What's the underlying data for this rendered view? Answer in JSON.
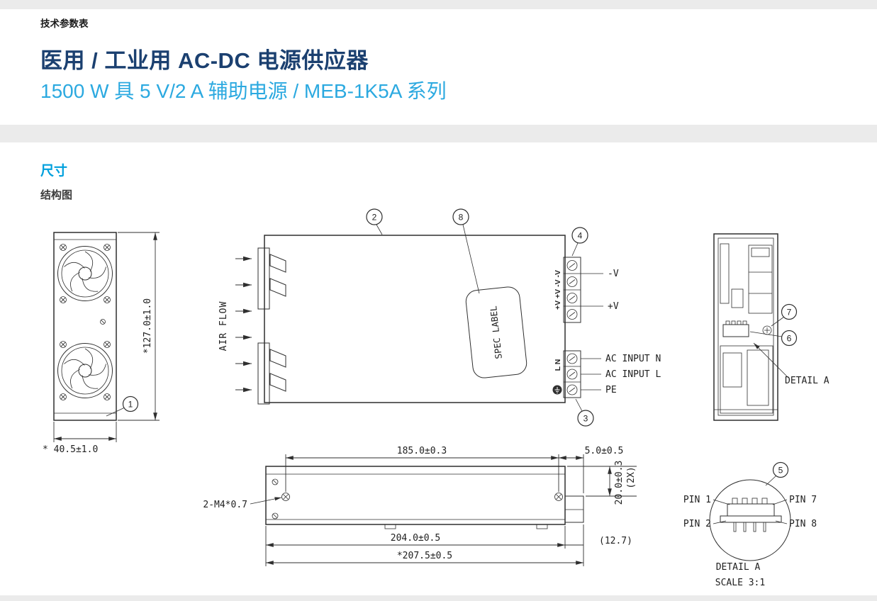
{
  "header": {
    "eyebrow": "技术参数表",
    "title": "医用 / 工业用 AC-DC 电源供应器",
    "subtitle": "1500 W 具 5 V/2 A 辅助电源 / MEB-1K5A 系列"
  },
  "section": {
    "title": "尺寸",
    "figure_label": "结构图"
  },
  "callouts": {
    "c1": "1",
    "c2": "2",
    "c3": "3",
    "c4": "4",
    "c5": "5",
    "c6": "6",
    "c7": "7",
    "c8": "8"
  },
  "front_view": {
    "height_dim": "*127.0±1.0",
    "width_dim": "* 40.5±1.0"
  },
  "top_view": {
    "air_flow": "AIR FLOW",
    "spec_label": "SPEC LABEL",
    "output_terminal_label": "+V +V -V -V",
    "output_neg": "-V",
    "output_pos": "+V",
    "input_terminal_label": "L N",
    "ac_input_n": "AC INPUT N",
    "ac_input_l": "AC INPUT L",
    "pe": "PE"
  },
  "side_view": {
    "detail_a": "DETAIL A"
  },
  "bottom_view": {
    "dim_width_inner": "185.0±0.3",
    "dim_offset": "5.0±0.5",
    "dim_height": "20.0±0.3",
    "dim_height_qty": "(2X)",
    "screw_spec": "2-M4*0.7",
    "dim_width_outer": "204.0±0.5",
    "dim_width_total": "*207.5±0.5",
    "dim_side": "(12.7)"
  },
  "detail_a": {
    "pin1": "PIN 1",
    "pin2": "PIN 2",
    "pin7": "PIN 7",
    "pin8": "PIN 8",
    "title": "DETAIL A",
    "scale": "SCALE 3:1"
  },
  "colors": {
    "title_navy": "#1b4070",
    "subtitle_blue": "#2ba9e0",
    "section_blue": "#00a0dd",
    "band_gray": "#ebebeb",
    "line": "#2f2f2f"
  }
}
